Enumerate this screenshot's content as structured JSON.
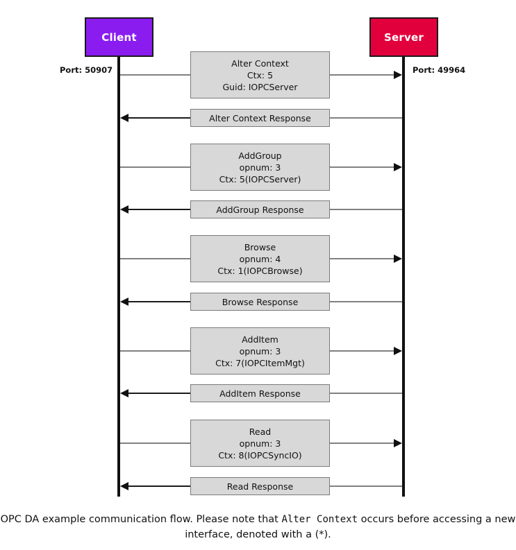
{
  "diagram": {
    "type": "sequence-diagram",
    "title": "OPC DA example communication flow",
    "actors": [
      {
        "id": "client",
        "label": "Client",
        "port_label": "Port: 50907",
        "fill_color": "#8A1CF0",
        "text_color": "#FFFFFF",
        "border_color": "#1A1A1A"
      },
      {
        "id": "server",
        "label": "Server",
        "port_label": "Port: 49964",
        "fill_color": "#E2003C",
        "text_color": "#FFFFFF",
        "border_color": "#1A1A1A"
      }
    ],
    "colors": {
      "message_box_fill": "#D8D8D8",
      "message_box_border": "#7A7A7A",
      "lifeline": "#111111",
      "request_line": "#808080",
      "response_line": "#1A1A1A",
      "arrowhead": "#111111",
      "background": "#FFFFFF"
    },
    "messages": [
      {
        "index": 0,
        "direction": "request",
        "from": "client",
        "to": "server",
        "line1": "Alter Context",
        "line2": "Ctx: 5",
        "line3": "Guid: IOPCServer"
      },
      {
        "index": 1,
        "direction": "response",
        "from": "server",
        "to": "client",
        "line1": "Alter Context Response",
        "line2": "",
        "line3": ""
      },
      {
        "index": 2,
        "direction": "request",
        "from": "client",
        "to": "server",
        "line1": "AddGroup",
        "line2": "opnum: 3",
        "line3": "Ctx: 5(IOPCServer)"
      },
      {
        "index": 3,
        "direction": "response",
        "from": "server",
        "to": "client",
        "line1": "AddGroup Response",
        "line2": "",
        "line3": ""
      },
      {
        "index": 4,
        "direction": "request",
        "from": "client",
        "to": "server",
        "line1": "Browse",
        "line2": "opnum: 4",
        "line3": "Ctx: 1(IOPCBrowse)"
      },
      {
        "index": 5,
        "direction": "response",
        "from": "server",
        "to": "client",
        "line1": "Browse Response",
        "line2": "",
        "line3": ""
      },
      {
        "index": 6,
        "direction": "request",
        "from": "client",
        "to": "server",
        "line1": "AddItem",
        "line2": "opnum: 3",
        "line3": "Ctx: 7(IOPCItemMgt)"
      },
      {
        "index": 7,
        "direction": "response",
        "from": "server",
        "to": "client",
        "line1": "AddItem Response",
        "line2": "",
        "line3": ""
      },
      {
        "index": 8,
        "direction": "request",
        "from": "client",
        "to": "server",
        "line1": "Read",
        "line2": "opnum: 3",
        "line3": "Ctx: 8(IOPCSyncIO)"
      },
      {
        "index": 9,
        "direction": "response",
        "from": "server",
        "to": "client",
        "line1": "Read Response",
        "line2": "",
        "line3": ""
      }
    ],
    "caption": {
      "part1": "OPC DA example communication flow. Please note that ",
      "mono": "Alter Context",
      "part2": " occurs before accessing a new interface, denoted with a (*)."
    }
  }
}
